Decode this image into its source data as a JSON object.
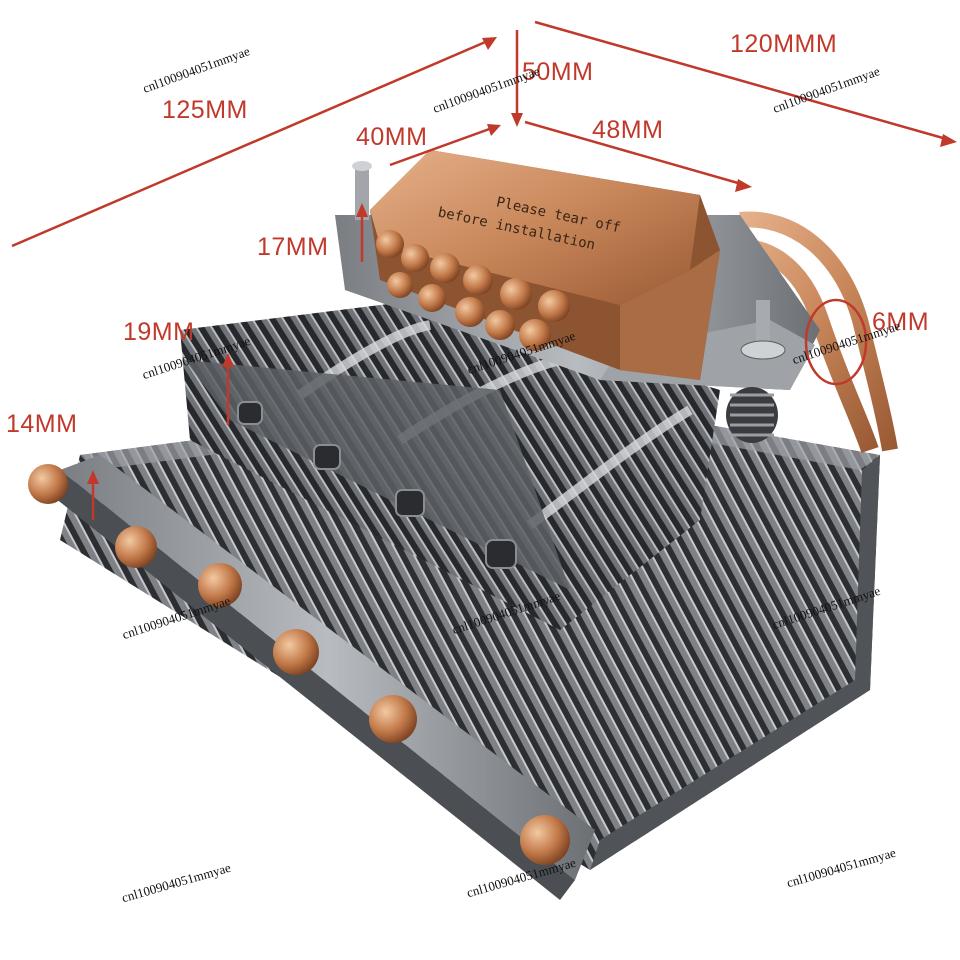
{
  "colors": {
    "annotation": "#c0392b",
    "copper": "#c8875a",
    "fin": "#3a3c40"
  },
  "dimensions": {
    "length_125": "125MM",
    "width_120": "120MMM",
    "height_50": "50MM",
    "block_40": "40MM",
    "block_48": "48MM",
    "block_17": "17MM",
    "fin_19": "19MM",
    "fin_14": "14MM",
    "pipe_6": "6MM"
  },
  "copper_block_text": [
    "Please tear off",
    "before installation"
  ],
  "watermark": "cnl100904051mmyae"
}
